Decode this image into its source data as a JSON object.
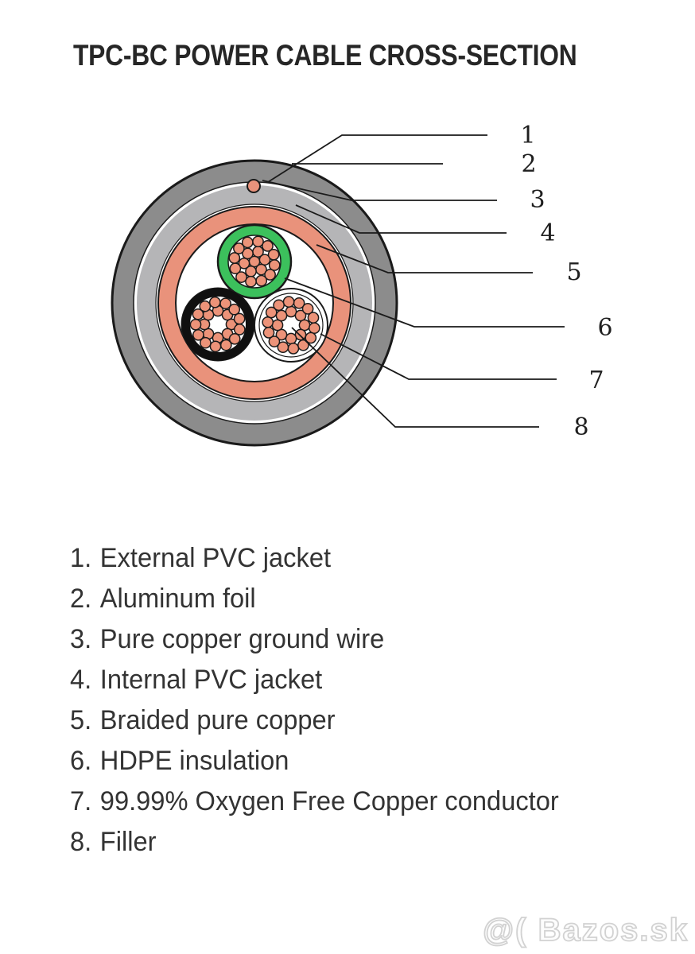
{
  "title": "TPC-BC POWER CABLE CROSS-SECTION",
  "diagram": {
    "callouts": [
      "1",
      "2",
      "3",
      "4",
      "5",
      "6",
      "7",
      "8"
    ],
    "colors": {
      "outer_jacket_gray": "#8c8c8c",
      "aluminum_foil_gray": "#b5b5b7",
      "copper_braid": "#e9927b",
      "copper_strand": "#ec9379",
      "hdpe_green": "#3cc05c",
      "hdpe_black": "#101010",
      "hdpe_white": "#ffffff",
      "outline": "#1a1a1a",
      "ground_wire": "#e9927b"
    }
  },
  "legend": {
    "items": [
      {
        "num": "1.",
        "label": "External PVC jacket"
      },
      {
        "num": "2.",
        "label": "Aluminum foil"
      },
      {
        "num": "3.",
        "label": "Pure copper ground wire"
      },
      {
        "num": "4.",
        "label": "Internal PVC jacket"
      },
      {
        "num": "5.",
        "label": "Braided pure copper"
      },
      {
        "num": "6.",
        "label": "HDPE insulation"
      },
      {
        "num": "7.",
        "label": "99.99% Oxygen Free Copper conductor"
      },
      {
        "num": "8.",
        "label": "Filler"
      }
    ]
  },
  "watermark": {
    "text": "@( Bazos.sk"
  }
}
